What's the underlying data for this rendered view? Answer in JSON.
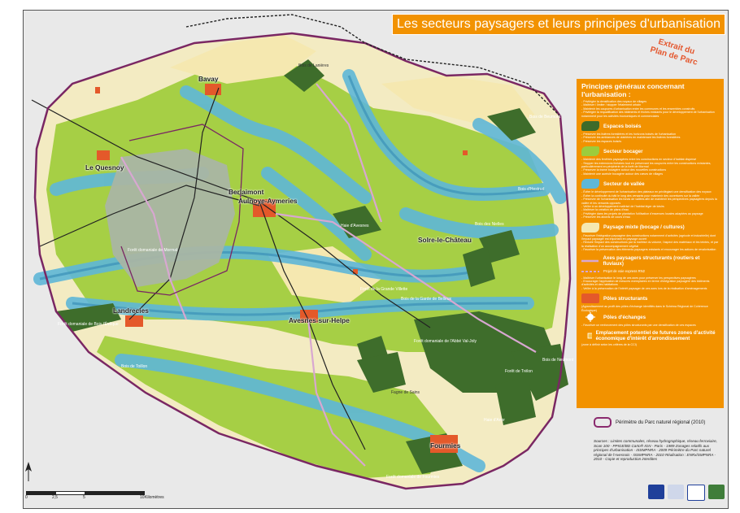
{
  "title": "Les secteurs paysagers et leurs principes d'urbanisation",
  "extrait": [
    "Extrait du",
    "Plan de Parc"
  ],
  "legend": {
    "heading": "Principes généraux concernant l'urbanisation :",
    "intro": [
      "- Privilégier la densification des noyaux de villages",
      "- Maîtriser / limiter / stopper l'étalement urbain",
      "- Maintenir les coupures d'urbanisation entre les communes et les ensembles construits",
      "- Privilégier la requalification des bâtiments et friches existants pour le développement de l'urbanisation notamment pour les activités économiques et commerciales"
    ],
    "sections": [
      {
        "label": "Espaces boisés",
        "color": "#3d6b2a",
        "text": [
          "- Préserver les lisières forestières et les horizons boisés de l'urbanisation",
          "- Préserver les ambiances de clairières en maintenant les lisières forestières",
          "- Préserver les espaces boisés"
        ]
      },
      {
        "label": "Secteur bocager",
        "color": "#9ccc3c",
        "text": [
          "- Maintenir des fenêtres paysagères entre les constructions en secteur d'habitat dispersé",
          "- Stopper les extensions linéaires tout en préservant les coupures entre les constructions existantes, particulièrement en périphérie de la forêt de Mormal",
          "- Préserver la trame bocagère autour des nouvelles constructions",
          "- Maintenir une auréole bocagère autour des cœurs de villages"
        ]
      },
      {
        "label": "Secteur de vallée",
        "color": "#5fb7d8",
        "text": [
          "- Éviter le développement de l'urbanisation des plateaux en privilégiant une densification des noyaux",
          "- Éviter la continuité du bâti le long des versants pour maintenir des ouvertures sur la vallée",
          "- Préserver de l'urbanisation les fonds de vallées afin de maintenir les perspectives paysagères depuis la vallée et les versants opposés",
          "- Veiller à un développement maîtrisé de l'habitat léger de loisirs",
          "- Maîtriser la création de plans d'eau",
          "- Privilégier dans les projets de plantation l'utilisation d'essences locales adaptées au paysage",
          "- Préserver les abords de cours d'eau"
        ]
      },
      {
        "label": "Paysage mixte (bocage / cultures)",
        "color": "#f5e8b0",
        "text": [
          "- Favoriser l'intégration paysagère des constructions notamment d'activités (agricole et industrielle) dont l'impact paysager est important en paysage ouvert",
          "- Réduire l'impact des constructions par la maîtrise du volume, l'aspect des matériaux et les teintes, et par la réalisation d'un accompagnement végétal",
          "- Favoriser la préservation des éléments paysagers existants et encourager les actions de revalorisation"
        ]
      }
    ],
    "axes_label": "Axes paysagers structurants (routiers et fluviaux)",
    "axes_sub": "Projet de voie express RN2",
    "axes_text": [
      "- Maîtriser l'urbanisation le long de ces axes pour préserver les perspectives paysagères",
      "- Encourager l'application de mesures exemplaires en terme d'intégration paysagère des bâtiments d'activités et des habitations",
      "- Veiller à la préservation de l'intérêt paysager de ces axes lors de la réalisation d'aménagements"
    ],
    "poles_label": "Pôles structurants",
    "poles_sub": "(Agrandissement au profit des pôles d'échange identifiés dans le Schéma Régional de Cohérence Écologique)",
    "echanges_label": "Pôles d'échanges",
    "echanges_text": [
      "- Favoriser un renforcement des pôles structurants par une densification de ces espaces"
    ],
    "zones_label": "Emplacement potentiel de futures zones d'activité économique d'intérêt d'arrondissement",
    "zones_sub": "(zone à définir selon les critères de la CCI)"
  },
  "perimetre": "Périmètre du Parc naturel régional (2010)",
  "sources": "Sources : Limites communales, réseau hydrographique, réseau ferroviaire, Scan 100 - PPIGE/BD Carto® IGN - Paris - 1989 Zonages relatifs aux principes d'urbanisation - ISSMPNRA - 2009 Périmètre du Parc naturel régional de l'Avesnois - ISSMPNRA - 2010 Réalisation : ENRx/SMPNRA - 2010 - Copie et reproduction interdites",
  "scale": {
    "ticks": [
      "0",
      "2,5",
      "5",
      "10"
    ],
    "unit": "Kilomètres"
  },
  "towns": [
    {
      "name": "Bavay"
    },
    {
      "name": "Le Quesnoy"
    },
    {
      "name": "Berlaimont"
    },
    {
      "name": "Aulnoye-Aymeries"
    },
    {
      "name": "Solre-le-Château"
    },
    {
      "name": "Landrecies"
    },
    {
      "name": "Avesnes-sur-Helpe"
    },
    {
      "name": "Fourmies"
    }
  ],
  "forests": [
    {
      "name": "Bois de Lanières"
    },
    {
      "name": "Bois de Beumont"
    },
    {
      "name": "Bois d'Hestrud"
    },
    {
      "name": "Bois des Nielles"
    },
    {
      "name": "Haie d'Avesnes"
    },
    {
      "name": "Forêt domaniale de Mormal"
    },
    {
      "name": "Forêt de la Grande Villette"
    },
    {
      "name": "Bois de la Garde de Belleux"
    },
    {
      "name": "Forêt domaniale de Bois l'Évêque"
    },
    {
      "name": "Forêt domaniale de l'Abbé Val-Joly"
    },
    {
      "name": "Bois de Toillon"
    },
    {
      "name": "Forêt de Trélon"
    },
    {
      "name": "Bois de Neumont"
    },
    {
      "name": "Fagne de Sains"
    },
    {
      "name": "Haie d'Anor"
    },
    {
      "name": "Forêt domaniale de Fourmies"
    }
  ]
}
